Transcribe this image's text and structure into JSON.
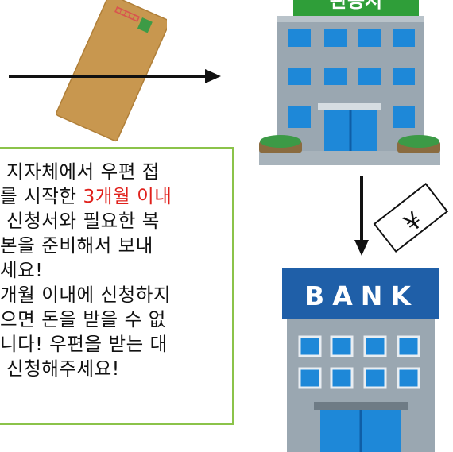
{
  "office": {
    "label": "관공서",
    "icon": "government-office-building-icon"
  },
  "envelope": {
    "icon": "envelope-icon"
  },
  "bank": {
    "sign": "BANK",
    "icon": "bank-building-icon"
  },
  "money_ticket": {
    "symbol": "¥",
    "icon": "yen-ticket-icon"
  },
  "notice": {
    "line1": "지자체에서 우편 접",
    "line2_prefix": "를 시작한 ",
    "line2_highlight": "3개월 이내",
    "line3": "신청서와 필요한 복",
    "line4": "본을 준비해서 보내",
    "line5": "세요!",
    "line6": "개월 이내에 신청하지",
    "line7": "으면 돈을 받을 수 없",
    "line8": "니다! 우편을 받는 대",
    "line9": "신청해주세요!"
  },
  "colors": {
    "border_green": "#8bc34a",
    "highlight_red": "#e0201b",
    "office_green": "#2f9e39",
    "bank_blue": "#1f5fa8",
    "window_blue": "#1e88d8"
  }
}
